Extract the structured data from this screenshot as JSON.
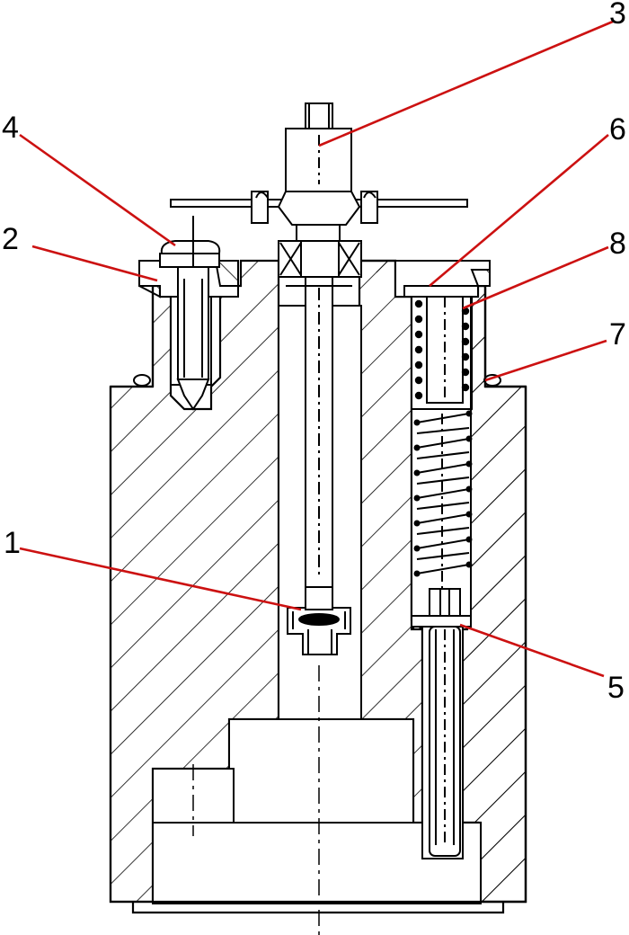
{
  "figure": {
    "callouts": [
      {
        "id": "callout-1",
        "label": "1"
      },
      {
        "id": "callout-2",
        "label": "2"
      },
      {
        "id": "callout-3",
        "label": "3"
      },
      {
        "id": "callout-4",
        "label": "4"
      },
      {
        "id": "callout-5",
        "label": "5"
      },
      {
        "id": "callout-6",
        "label": "6"
      },
      {
        "id": "callout-7",
        "label": "7"
      },
      {
        "id": "callout-8",
        "label": "8"
      }
    ]
  },
  "colors": {
    "line": "#000000",
    "leader": "#cc1111",
    "hatch": "#000000",
    "background": "#ffffff"
  }
}
